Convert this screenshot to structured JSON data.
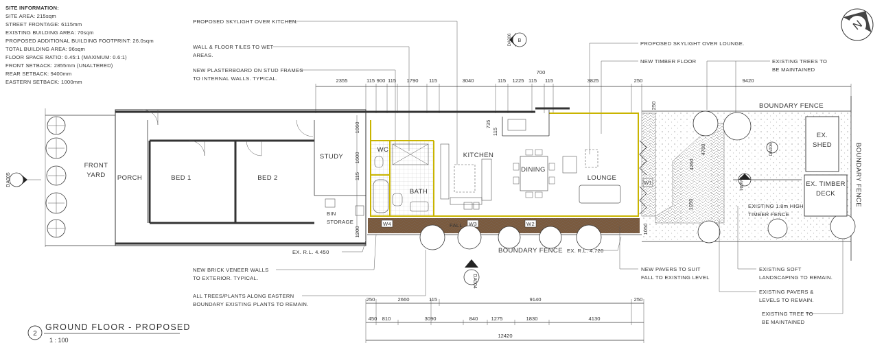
{
  "site_info": {
    "title": "SITE INFORMATION:",
    "lines": [
      "SITE AREA: 215sqm",
      "STREET FRONTAGE: 6115mm",
      "EXISTING BUILDING AREA: 70sqm",
      "PROPOSED ADDITIONAL BUILDING FOOTPRINT: 26.0sqm",
      "TOTAL BUILDING AREA: 96sqm",
      "FLOOR SPACE RATIO: 0.45:1 (MAXIMUM: 0.6:1)",
      "FRONT SETBACK: 2855mm (UNALTERED)",
      "REAR SETBACK: 9400mm",
      "EASTERN SETBACK: 1000mm"
    ]
  },
  "notes_top": [
    "PROPOSED SKYLIGHT OVER KITCHEN.",
    "WALL & FLOOR TILES TO WET",
    "AREAS.",
    "NEW PLASTERBOARD ON STUD FRAMES",
    "TO INTERNAL WALLS. TYPICAL.",
    "PROPOSED SKYLIGHT OVER LOUNGE.",
    "NEW TIMBER FLOOR",
    "EXISTING TREES TO",
    "BE MAINTAINED"
  ],
  "notes_bottom": [
    "NEW BRICK VENEER WALLS",
    "TO EXTERIOR. TYPICAL.",
    "ALL TREES/PLANTS ALONG EASTERN",
    "BOUNDARY EXISTING PLANTS TO REMAIN.",
    "NEW PAVERS TO SUIT",
    "FALL TO EXISTING LEVEL",
    "EXISTING SOFT",
    "LANDSCAPING TO REMAIN.",
    "EXISTING PAVERS &",
    "LEVELS TO REMAIN.",
    "EXISTING TREE TO",
    "BE MAINTAINED"
  ],
  "rooms": {
    "front_yard_1": "FRONT",
    "front_yard_2": "YARD",
    "porch": "PORCH",
    "bed1": "BED 1",
    "bed2": "BED 2",
    "study": "STUDY",
    "wc": "WC",
    "bath": "BATH",
    "kitchen": "KITCHEN",
    "dining": "DINING",
    "lounge": "LOUNGE",
    "bin_1": "BIN",
    "bin_2": "STORAGE",
    "shed_1": "EX.",
    "shed_2": "SHED",
    "deck_1": "EX. TIMBER",
    "deck_2": "DECK",
    "fence_1": "EXISTING 1.8m HIGH",
    "fence_2": "TIMBER FENCE",
    "fall": "FALL"
  },
  "labels": {
    "boundary_top": "BOUNDARY FENCE",
    "boundary_bottom": "BOUNDARY FENCE",
    "boundary_right": "BOUNDARY FENCE",
    "rl_left": "EX. R.L. 4.450",
    "rl_right": "EX. R.L. 4.720",
    "w1": "W1",
    "w2": "W2",
    "w3": "W3",
    "w4": "W4",
    "section_b": "B",
    "section_b_ref": "DA006",
    "ref_left": "DA005",
    "ref_bottom": "DA004",
    "ref_right": "DA004",
    "ref_yard": "DA006",
    "north": "N",
    "title_num": "2",
    "title": "GROUND FLOOR - PROPOSED",
    "scale": "1 : 100"
  },
  "dims_top": [
    "2355",
    "115",
    "900",
    "115",
    "1790",
    "115",
    "3040",
    "115",
    "1225",
    "115",
    "115",
    "3825",
    "250",
    "9420",
    "700"
  ],
  "dims_vert": [
    "1060",
    "1600",
    "115",
    "735",
    "115",
    "1200",
    "250",
    "4260",
    "4760",
    "1050",
    "490",
    "1050"
  ],
  "dims_bottom_1": [
    "250",
    "2660",
    "115",
    "9140",
    "250"
  ],
  "dims_bottom_2": [
    "450",
    "810",
    "3090",
    "840",
    "1275",
    "1830",
    "4130"
  ],
  "dims_bottom_3": [
    "12420"
  ]
}
